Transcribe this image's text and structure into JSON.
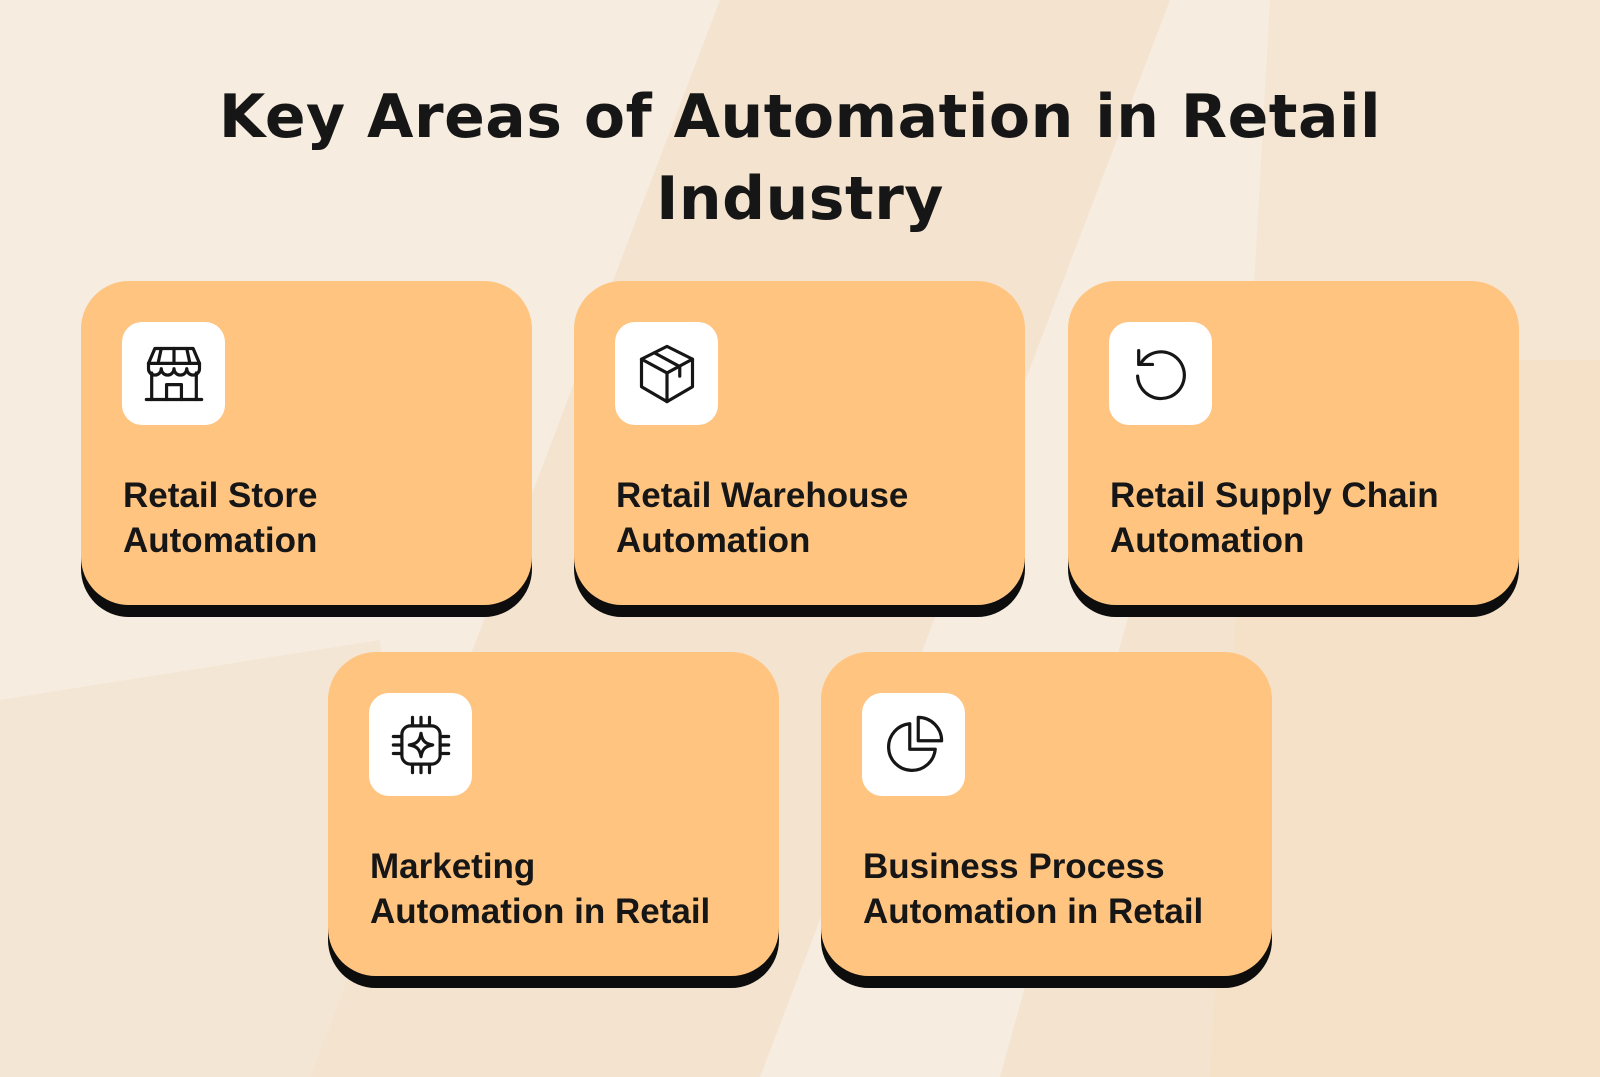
{
  "title": {
    "line1": "Key Areas of Automation in Retail",
    "line2": "Industry"
  },
  "colors": {
    "background": "#f6ecdf",
    "card": "#ffc480",
    "card_shadow": "#0d0d0d",
    "icon_box": "#ffffff",
    "text": "#161616"
  },
  "cards": [
    {
      "icon": "storefront-icon",
      "label_line1": "Retail Store",
      "label_line2": "Automation"
    },
    {
      "icon": "package-box-icon",
      "label_line1": "Retail Warehouse",
      "label_line2": "Automation"
    },
    {
      "icon": "refresh-cycle-icon",
      "label_line1": "Retail Supply Chain",
      "label_line2": "Automation"
    },
    {
      "icon": "ai-chip-icon",
      "label_line1": "Marketing",
      "label_line2": "Automation in Retail"
    },
    {
      "icon": "pie-chart-icon",
      "label_line1": "Business Process",
      "label_line2": "Automation in Retail"
    }
  ]
}
